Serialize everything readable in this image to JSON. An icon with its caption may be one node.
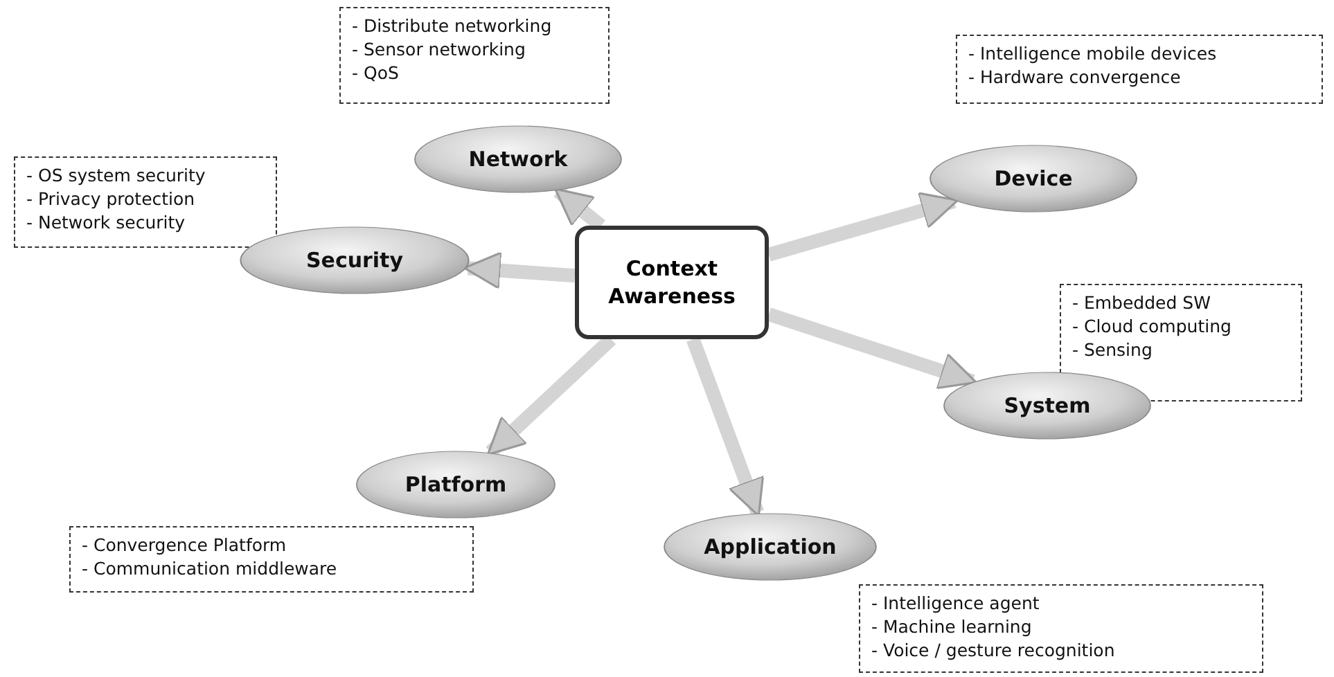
{
  "diagram": {
    "nodes": [
      {
        "text": [
          "- Distribute networking",
          "- Sensor networking",
          "- QoS"
        ]
      },
      {
        "text": [
          "Network"
        ]
      },
      {
        "text": [
          "- Intelligence mobile devices",
          "- Hardware convergence"
        ]
      },
      {
        "text": [
          "Device"
        ]
      },
      {
        "text": [
          "- OS system security",
          "- Privacy protection",
          "- Network security"
        ]
      },
      {
        "text": [
          "Security"
        ]
      },
      {
        "text": [
          "Context Awareness"
        ]
      },
      {
        "text": [
          "- Embedded SW",
          "- Cloud computing",
          "- Sensing"
        ]
      },
      {
        "text": [
          "System"
        ]
      },
      {
        "text": [
          "Platform"
        ]
      },
      {
        "text": [
          "- Convergence Platform",
          "- Communication middleware"
        ]
      },
      {
        "text": [
          "Application"
        ]
      },
      {
        "text": [
          "- Intelligence agent",
          "- Machine learning",
          "- Voice / gesture recognition"
        ]
      }
    ],
    "edges": [
      {
        "from": 6,
        "to": 1,
        "arrow": "to"
      },
      {
        "from": 6,
        "to": 3,
        "arrow": "to"
      },
      {
        "from": 6,
        "to": 5,
        "arrow": "to"
      },
      {
        "from": 6,
        "to": 8,
        "arrow": "to"
      },
      {
        "from": 6,
        "to": 9,
        "arrow": "to"
      },
      {
        "from": 6,
        "to": 11,
        "arrow": "to"
      }
    ]
  }
}
